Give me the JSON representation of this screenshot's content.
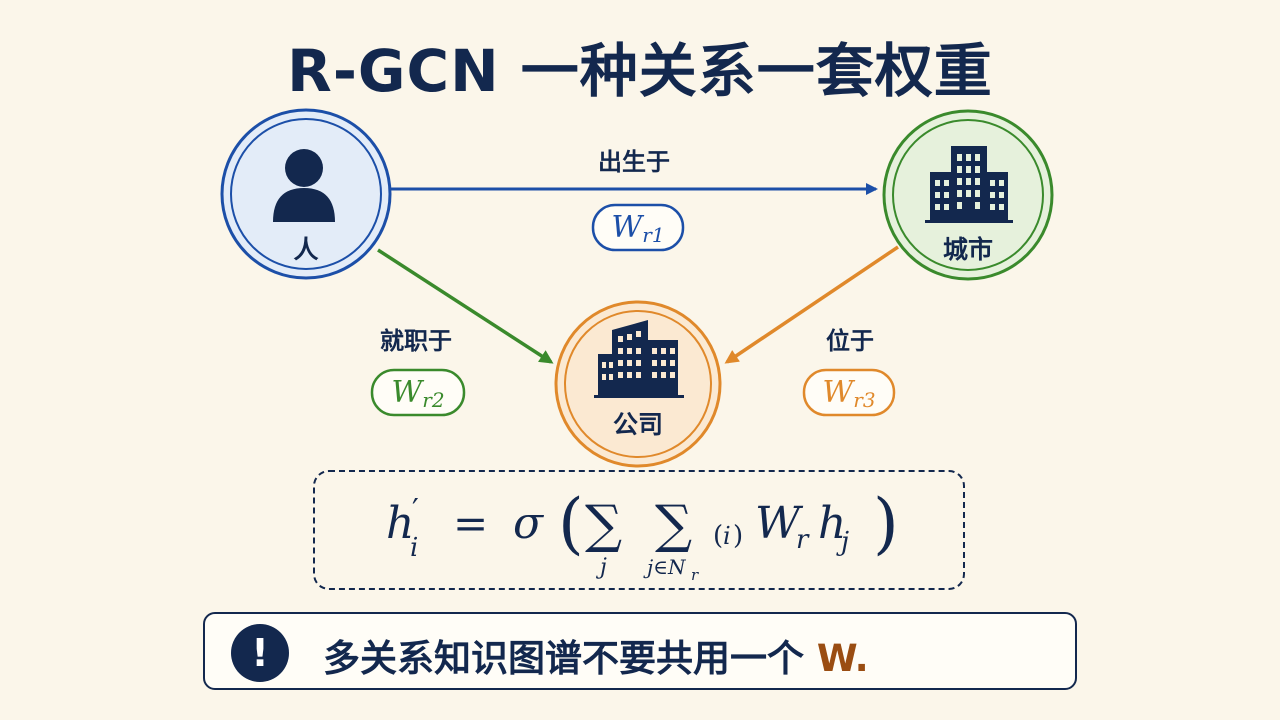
{
  "title": "R-GCN 一种关系一套权重",
  "nodes": {
    "person": {
      "label": "人",
      "icon": "person-icon",
      "color": "#1c4fa8",
      "fill": "#e3ecf8"
    },
    "city": {
      "label": "城市",
      "icon": "city-buildings-icon",
      "color": "#3a8a2c",
      "fill": "#e6f1dc"
    },
    "company": {
      "label": "公司",
      "icon": "office-building-icon",
      "color": "#e0892b",
      "fill": "#fbe9d2"
    }
  },
  "edges": {
    "born_in": {
      "label": "出生于",
      "weight": "W",
      "sub": "r1",
      "color": "#1c4fa8"
    },
    "works_at": {
      "label": "就职于",
      "weight": "W",
      "sub": "r2",
      "color": "#3a8a2c"
    },
    "located_in": {
      "label": "位于",
      "weight": "W",
      "sub": "r3",
      "color": "#e0892b"
    }
  },
  "formula": "h'_i = σ( Σ_j Σ_{j∈N_r}(i) W_r h_j )",
  "note": {
    "icon": "exclamation-icon",
    "text": "多关系知识图谱不要共用一个 ",
    "accent": "W."
  }
}
